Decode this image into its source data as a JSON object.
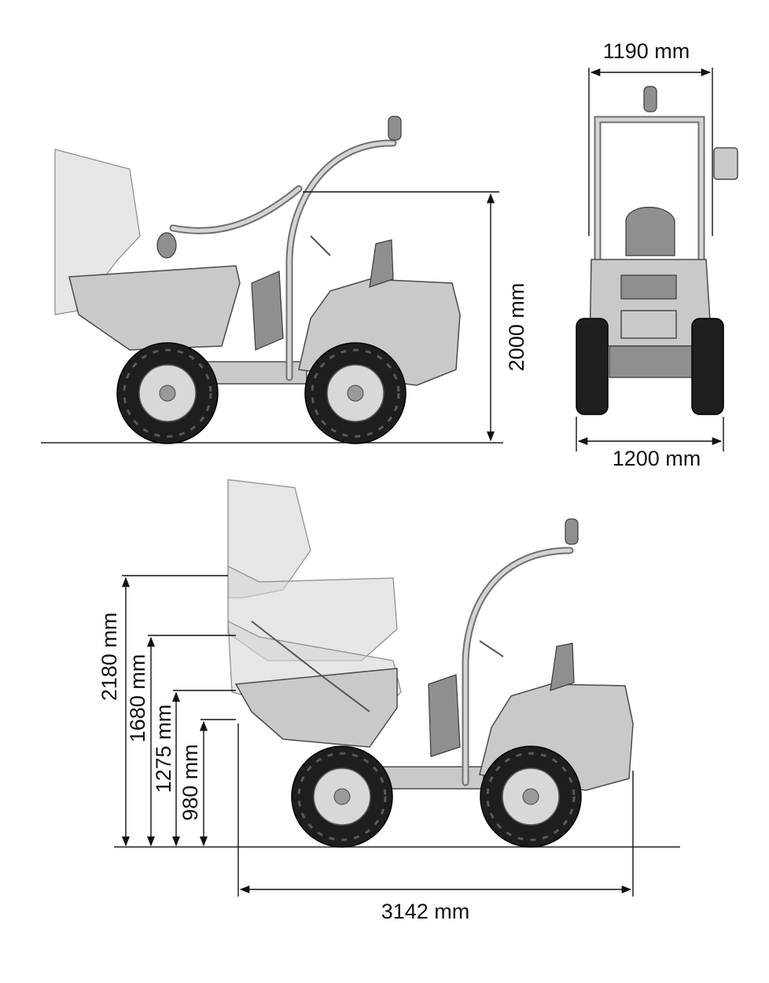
{
  "dimensions": {
    "top_width": "1190 mm",
    "height_overall": "2000 mm",
    "track_width": "1200 mm",
    "dump_height_max": "2180 mm",
    "dump_height_2": "1680 mm",
    "dump_height_3": "1275 mm",
    "dump_height_4": "980 mm",
    "overall_length": "3142 mm"
  },
  "colors": {
    "body": "#c9c9c9",
    "tire": "#1e1e1e",
    "line": "#111111"
  }
}
